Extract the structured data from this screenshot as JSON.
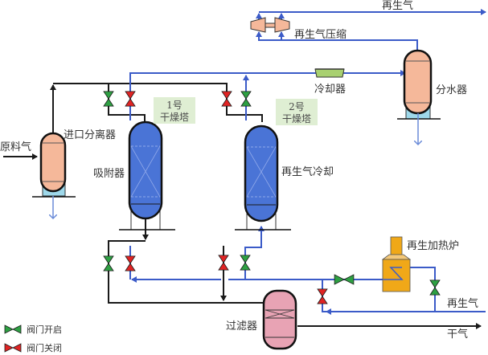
{
  "diagram": {
    "title": "",
    "colors": {
      "process_line": "#1a1a1a",
      "regen_line": "#3b5bc8",
      "valve_open": "#2ea043",
      "valve_closed": "#e02424",
      "adsorber": "#4a74d6",
      "separator": "#f5b89a",
      "filter": "#e8a3b4",
      "heater": "#f0a818",
      "cooler": "#a8d070",
      "tower_tag_bg": "#dfeed3",
      "water": "#9ed8ea"
    },
    "labels": {
      "feed_gas": "原料气",
      "inlet_separator": "进口分离器",
      "adsorber": "吸附器",
      "tower1_line1": "1号",
      "tower1_line2": "干燥塔",
      "tower2_line1": "2号",
      "tower2_line2": "干燥塔",
      "regen_cooling": "再生气冷却",
      "cooler": "冷却器",
      "water_separator": "分水器",
      "regen_gas_top": "再生气",
      "regen_compressor": "再生气压缩",
      "regen_heater": "再生加热炉",
      "regen_gas_right": "再生气",
      "filter": "过滤器",
      "dry_gas": "干气"
    },
    "legend": [
      {
        "state": "open",
        "label": "阀门开启"
      },
      {
        "state": "closed",
        "label": "阀门关闭"
      }
    ],
    "valves": [
      {
        "id": "t1-top-process",
        "state": "open"
      },
      {
        "id": "t1-top-regen",
        "state": "closed"
      },
      {
        "id": "t2-top-process",
        "state": "closed"
      },
      {
        "id": "t2-top-regen",
        "state": "open"
      },
      {
        "id": "t1-bottom-process",
        "state": "open"
      },
      {
        "id": "t1-bottom-regen",
        "state": "closed"
      },
      {
        "id": "t2-bottom-process",
        "state": "closed"
      },
      {
        "id": "t2-bottom-regen",
        "state": "open"
      },
      {
        "id": "heater-inlet",
        "state": "open"
      },
      {
        "id": "heater-bypass",
        "state": "closed"
      },
      {
        "id": "regen-supply",
        "state": "open"
      }
    ]
  }
}
